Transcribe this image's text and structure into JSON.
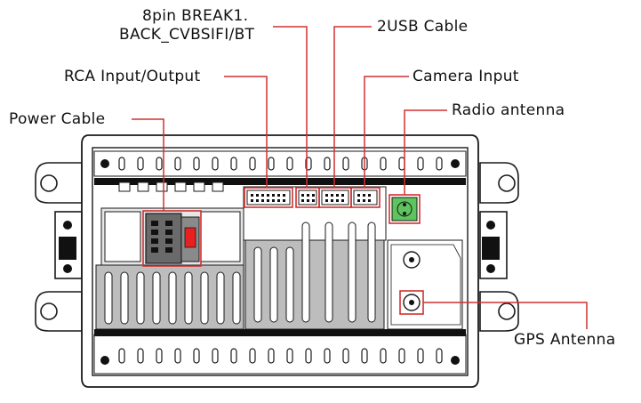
{
  "labels": {
    "eight_pin_line1": "8pin BREAK1.",
    "eight_pin_line2": "BACK_CVBSIFI/BT",
    "two_usb": "2USB Cable",
    "rca": "RCA Input/Output",
    "camera": "Camera Input",
    "power": "Power Cable",
    "radio": "Radio antenna",
    "gps": "GPS Antenna"
  },
  "colors": {
    "leader": "#d03030",
    "outline": "#1a1a1a",
    "panel_gray": "#bdbdbd",
    "panel_light": "#e6e6e6",
    "radio_green": "#5ec45e",
    "red_latch": "#e82020"
  }
}
